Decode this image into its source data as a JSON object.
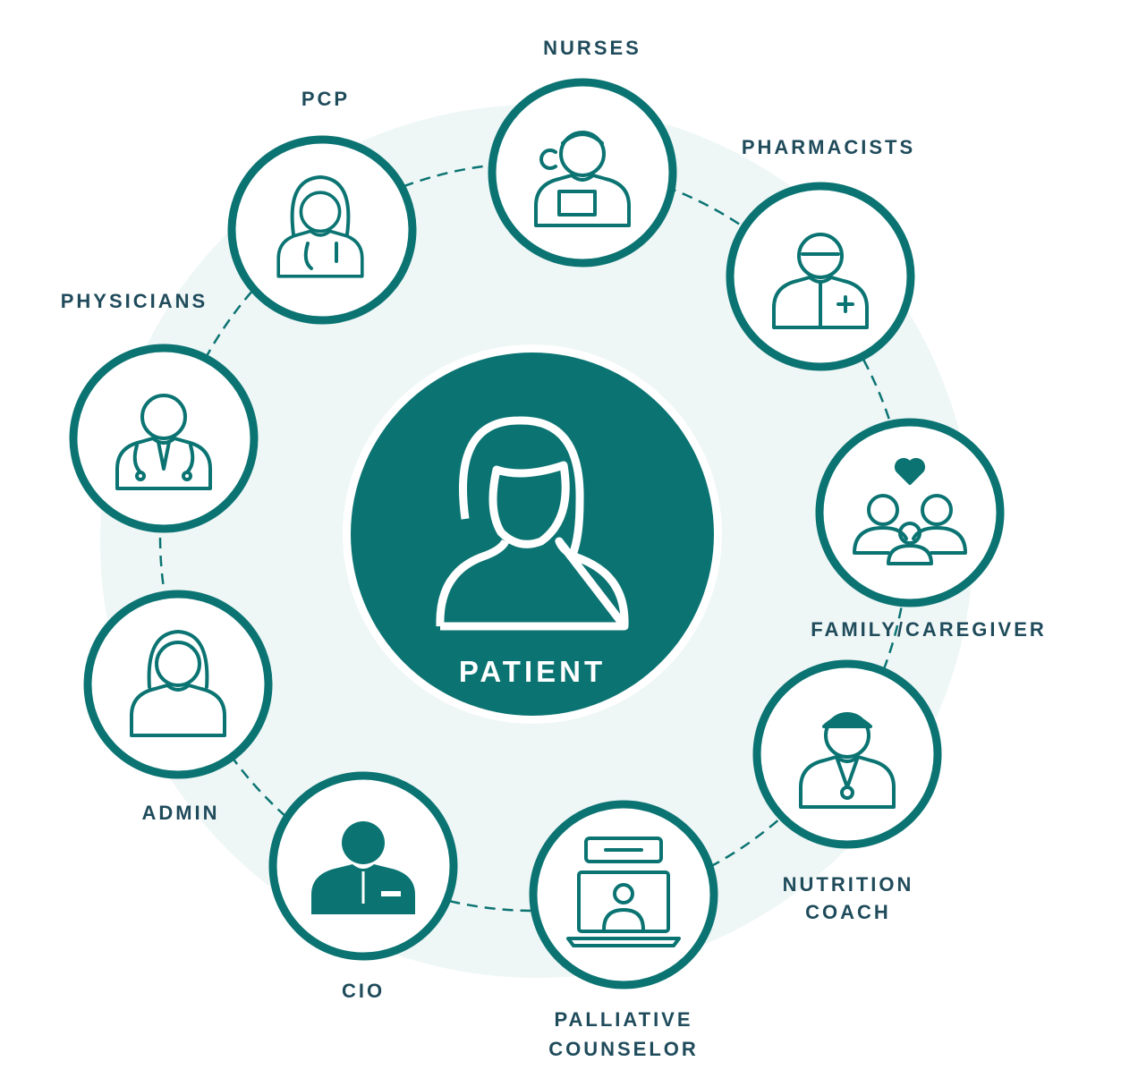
{
  "colors": {
    "teal": "#0b7472",
    "label": "#1f4b5b",
    "background_disc": "#eef6f6"
  },
  "center": {
    "label": "PATIENT",
    "icon": "patient-woman-icon"
  },
  "nodes": [
    {
      "id": "nurses",
      "lines": [
        "NURSES"
      ],
      "icon": "nurse-icon"
    },
    {
      "id": "pcp",
      "lines": [
        "PCP"
      ],
      "icon": "female-doctor-icon"
    },
    {
      "id": "pharmacists",
      "lines": [
        "PHARMACISTS"
      ],
      "icon": "pharmacist-icon"
    },
    {
      "id": "physicians",
      "lines": [
        "PHYSICIANS"
      ],
      "icon": "physician-icon"
    },
    {
      "id": "family",
      "lines": [
        "FAMILY/CAREGIVER"
      ],
      "icon": "family-heart-icon"
    },
    {
      "id": "admin",
      "lines": [
        "ADMIN"
      ],
      "icon": "admin-woman-icon"
    },
    {
      "id": "nutrition",
      "lines": [
        "NUTRITION",
        "COACH"
      ],
      "icon": "nutrition-coach-icon"
    },
    {
      "id": "cio",
      "lines": [
        "CIO"
      ],
      "icon": "cio-icon"
    },
    {
      "id": "palliative",
      "lines": [
        "PALLIATIVE",
        "COUNSELOR"
      ],
      "icon": "video-counselor-icon"
    }
  ]
}
